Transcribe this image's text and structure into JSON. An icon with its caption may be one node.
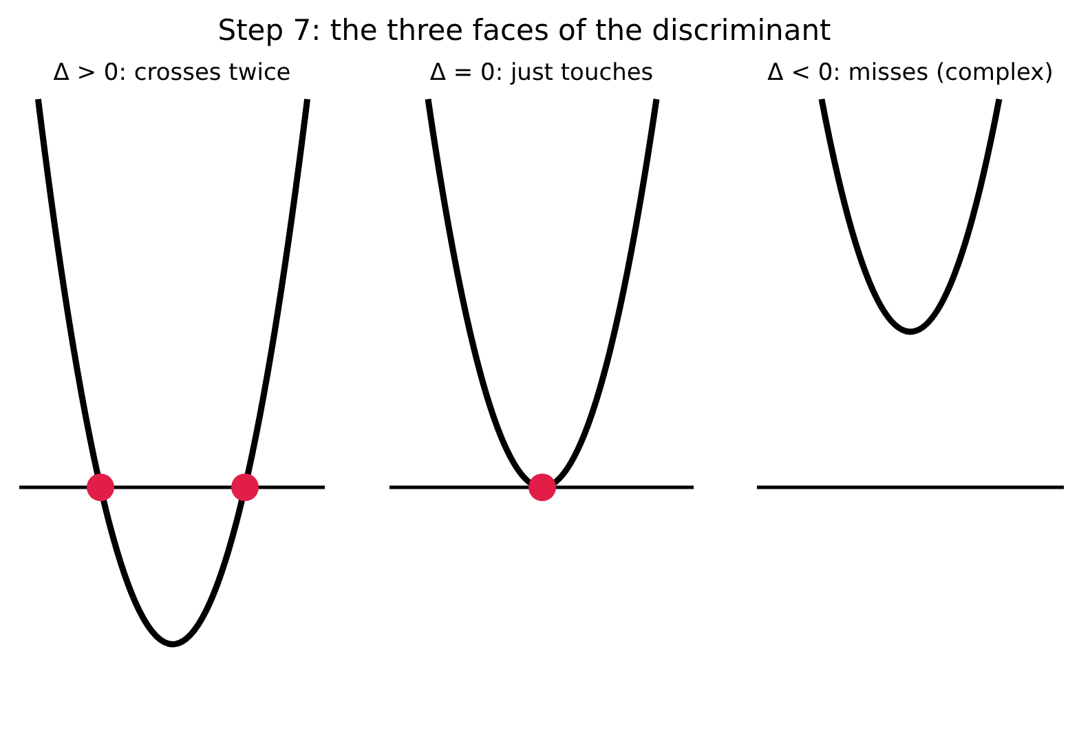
{
  "diagram": {
    "title": "Step 7: the three faces of the discriminant",
    "labels": [
      "Δ > 0: crosses twice",
      "Δ = 0: just touches",
      "Δ < 0: misses (complex)"
    ]
  }
}
